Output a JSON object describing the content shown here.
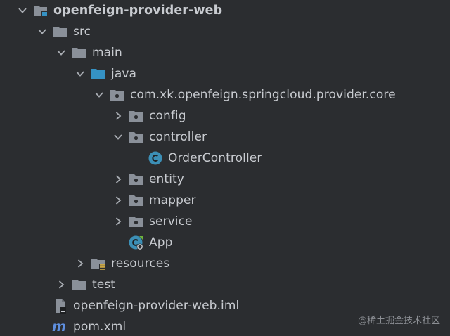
{
  "project_tree": {
    "root": {
      "label": "openfeign-provider-web",
      "icon": "module-folder-icon",
      "expanded": true
    },
    "src": {
      "label": "src",
      "icon": "folder-icon",
      "expanded": true
    },
    "main": {
      "label": "main",
      "icon": "folder-icon",
      "expanded": true
    },
    "java": {
      "label": "java",
      "icon": "source-root-folder-icon",
      "expanded": true
    },
    "package": {
      "label": "com.xk.openfeign.springcloud.provider.core",
      "icon": "package-icon",
      "expanded": true
    },
    "config": {
      "label": "config",
      "icon": "package-icon",
      "expanded": false
    },
    "controller": {
      "label": "controller",
      "icon": "package-icon",
      "expanded": true
    },
    "order_controller": {
      "label": "OrderController",
      "icon": "java-class-icon"
    },
    "entity": {
      "label": "entity",
      "icon": "package-icon",
      "expanded": false
    },
    "mapper": {
      "label": "mapper",
      "icon": "package-icon",
      "expanded": false
    },
    "service": {
      "label": "service",
      "icon": "package-icon",
      "expanded": false
    },
    "app": {
      "label": "App",
      "icon": "spring-boot-class-icon"
    },
    "resources": {
      "label": "resources",
      "icon": "resources-folder-icon",
      "expanded": false
    },
    "test": {
      "label": "test",
      "icon": "folder-icon",
      "expanded": false
    },
    "iml": {
      "label": "openfeign-provider-web.iml",
      "icon": "iml-file-icon"
    },
    "pom": {
      "label": "pom.xml",
      "icon": "maven-icon"
    }
  },
  "watermark": "@稀土掘金技术社区",
  "colors": {
    "background": "#2b2d30",
    "text": "#c8cbd0",
    "folder": "#8a9099",
    "source_folder": "#3592c4",
    "class_icon": "#3c8fb6",
    "spring": "#6db33f",
    "maven": "#5e8ede"
  }
}
